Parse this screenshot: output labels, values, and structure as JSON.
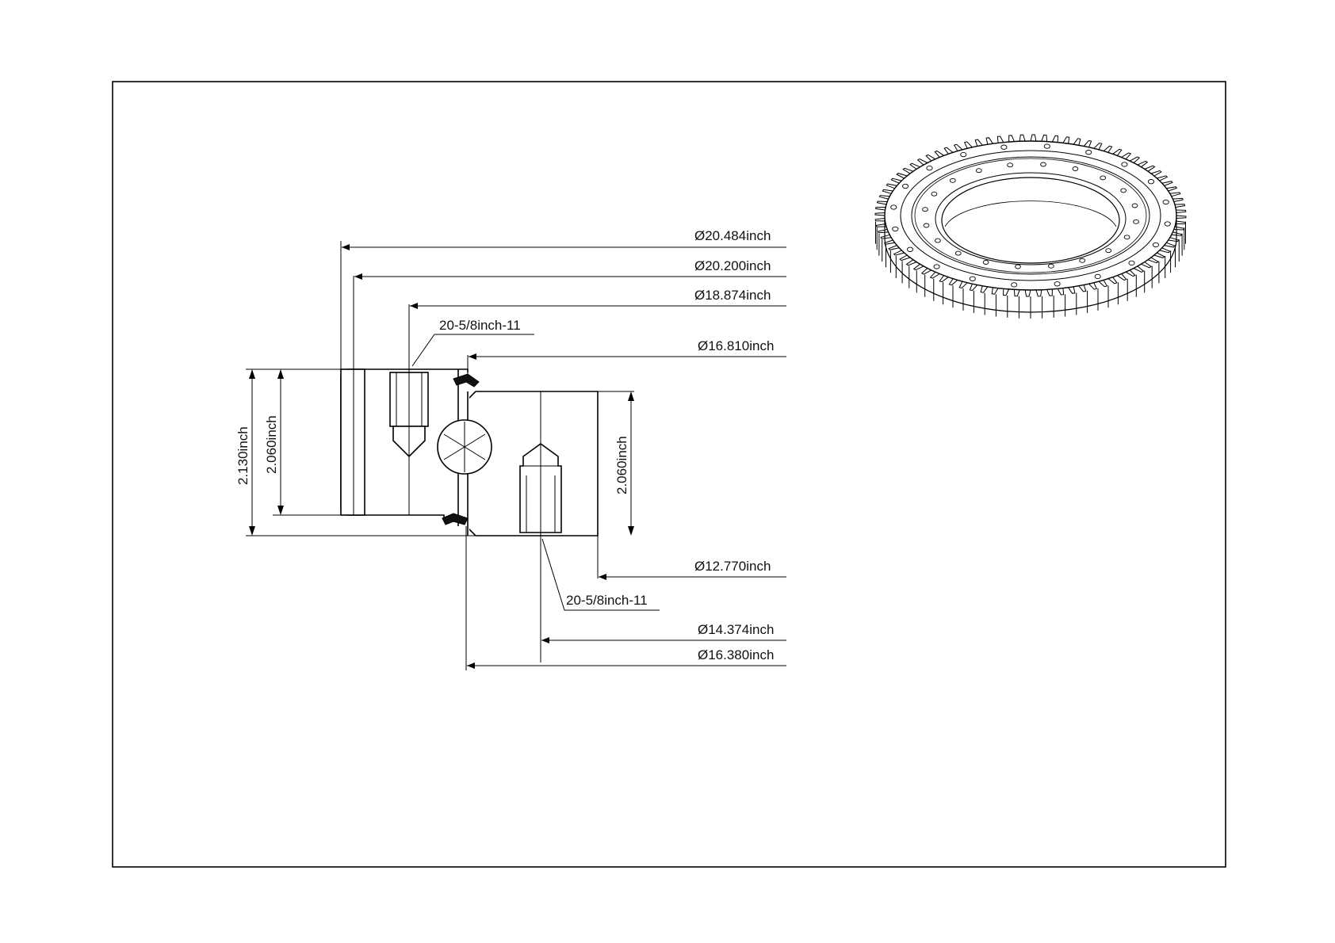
{
  "drawing": {
    "dimensions": {
      "outer_diameter": "Ø20.484inch",
      "outer_ring_face": "Ø20.200inch",
      "outer_bolt_circle": "Ø18.874inch",
      "outer_ring_bore": "Ø16.810inch",
      "inner_ring_bore": "Ø12.770inch",
      "inner_bolt_circle": "Ø14.374inch",
      "inner_ring_outer": "Ø16.380inch",
      "total_height": "2.130inch",
      "outer_ring_height": "2.060inch",
      "inner_ring_height": "2.060inch"
    },
    "threads": {
      "outer_ring_thread": "20-5/8inch-11",
      "inner_ring_thread": "20-5/8inch-11"
    }
  }
}
